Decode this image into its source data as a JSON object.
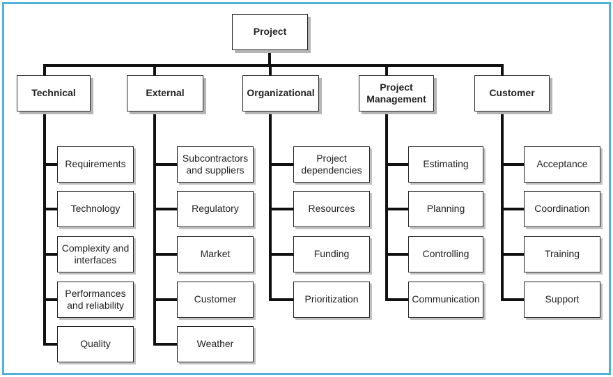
{
  "root": "Project",
  "categories": [
    {
      "label": "Technical",
      "items": [
        "Requirements",
        "Technology",
        "Complexity and\ninterfaces",
        "Performances\nand reliability",
        "Quality"
      ]
    },
    {
      "label": "External",
      "items": [
        "Subcontractors\nand suppliers",
        "Regulatory",
        "Market",
        "Customer",
        "Weather"
      ]
    },
    {
      "label": "Organizational",
      "items": [
        "Project\ndependencies",
        "Resources",
        "Funding",
        "Prioritization"
      ]
    },
    {
      "label": "Project\nManagement",
      "items": [
        "Estimating",
        "Planning",
        "Controlling",
        "Communication"
      ]
    },
    {
      "label": "Customer",
      "items": [
        "Acceptance",
        "Coordination",
        "Training",
        "Support"
      ]
    }
  ],
  "colors": {
    "frame": "#4fb3d9",
    "line": "#111111",
    "shadow": "#b5b5b5"
  }
}
